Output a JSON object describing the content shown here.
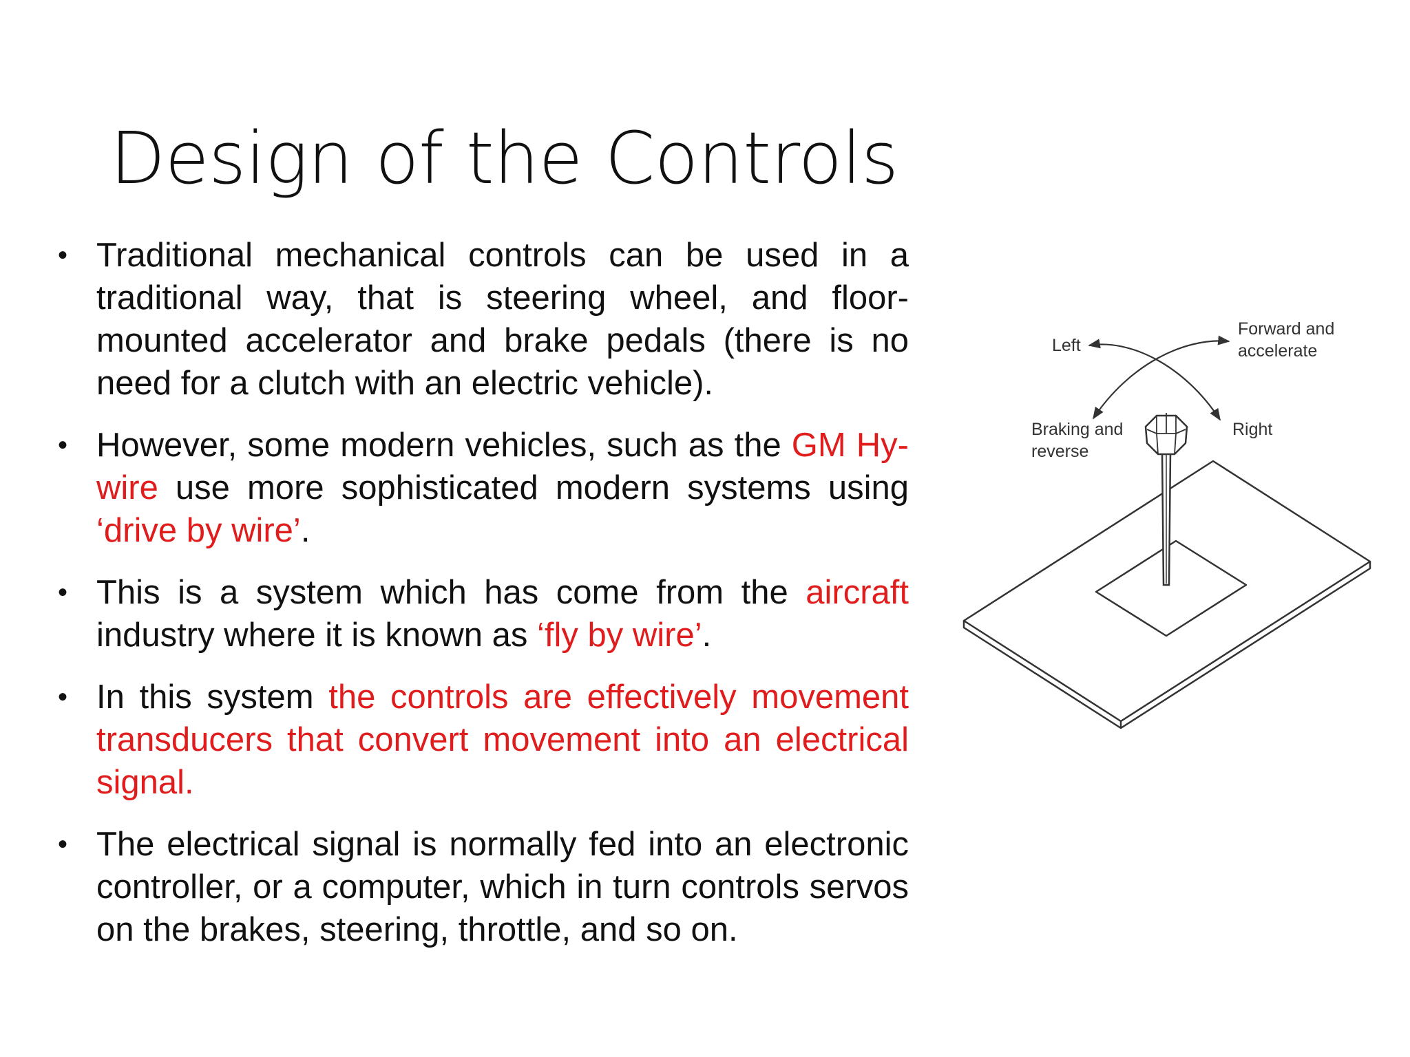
{
  "slide": {
    "title": "Design of the Controls"
  },
  "bullets": [
    {
      "segments": [
        {
          "text": "Traditional mechanical controls can be used in a traditional way, that is steering wheel, and floor-mounted accelerator and brake pedals (there is no need for a clutch with an electric vehicle).",
          "highlight": false
        }
      ]
    },
    {
      "segments": [
        {
          "text": "However, some modern vehicles, such as the ",
          "highlight": false
        },
        {
          "text": "GM Hy-wire",
          "highlight": true
        },
        {
          "text": " use more sophisticated modern systems using ",
          "highlight": false
        },
        {
          "text": "‘drive by wire’",
          "highlight": true
        },
        {
          "text": ".",
          "highlight": false
        }
      ]
    },
    {
      "segments": [
        {
          "text": "This is a system which has come from the ",
          "highlight": false
        },
        {
          "text": "aircraft",
          "highlight": true
        },
        {
          "text": " industry where it is known as ",
          "highlight": false
        },
        {
          "text": "‘fly by wire’",
          "highlight": true
        },
        {
          "text": ".",
          "highlight": false
        }
      ]
    },
    {
      "segments": [
        {
          "text": "In this system ",
          "highlight": false
        },
        {
          "text": "the controls are effectively movement transducers that convert movement into an electrical signal.",
          "highlight": true
        }
      ]
    },
    {
      "segments": [
        {
          "text": "The electrical signal is normally fed into an electronic controller, or a computer, which in turn controls servos on the brakes, steering, throttle, and so on.",
          "highlight": false
        }
      ]
    }
  ],
  "diagram": {
    "labels": {
      "left": "Left",
      "forward_line1": "Forward and",
      "forward_line2": "accelerate",
      "braking_line1": "Braking and",
      "braking_line2": "reverse",
      "right": "Right"
    }
  },
  "colors": {
    "text": "#111111",
    "highlight": "#e01c1c",
    "diagram_line": "#333333"
  }
}
